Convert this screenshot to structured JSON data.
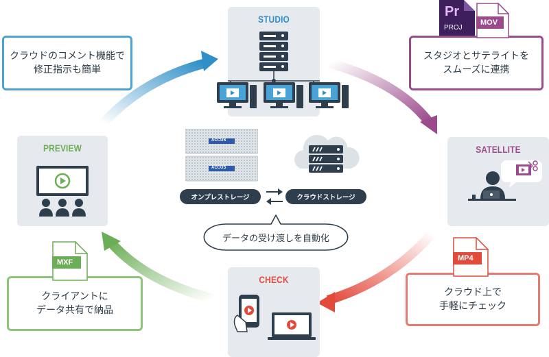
{
  "colors": {
    "studio": "#2f8fc6",
    "satellite": "#9b4b8c",
    "check": "#e24a3c",
    "preview": "#6cae57",
    "navy": "#2e3e4c",
    "card_bg": "#e6eaee"
  },
  "stages": {
    "studio": {
      "title": "STUDIO"
    },
    "satellite": {
      "title": "SATELLITE"
    },
    "check": {
      "title": "CHECK"
    },
    "preview": {
      "title": "PREVIEW"
    }
  },
  "callouts": {
    "studio_note": {
      "line1": "クラウドのコメント機能で",
      "line2": "修正指示も簡単"
    },
    "satellite_note": {
      "line1": "スタジオとサテライトを",
      "line2": "スムーズに連携"
    },
    "check_note": {
      "line1": "クラウド上で",
      "line2": "手軽にチェック"
    },
    "preview_note": {
      "line1": "クライアントに",
      "line2": "データ共有で納品"
    }
  },
  "file_icons": {
    "pr": {
      "logo": "Pr",
      "label": "PROJ"
    },
    "mov": {
      "label": "MOV"
    },
    "mp4": {
      "label": "MP4"
    },
    "mxf": {
      "label": "MXF"
    }
  },
  "center": {
    "onprem_label": "オンプレストレージ",
    "cloud_label": "クラウドストレージ",
    "bubble_text": "データの受け渡しを自動化",
    "device_brand": "ACCUS"
  }
}
